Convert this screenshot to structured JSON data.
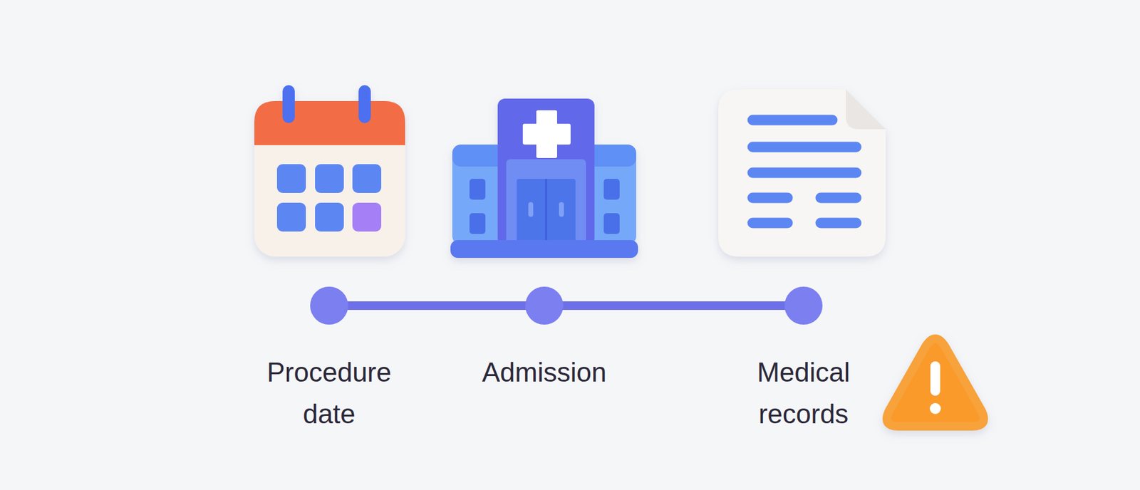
{
  "diagram": {
    "nodes": [
      {
        "text": [
          "Procedure date"
        ]
      },
      {
        "text": [
          "Admission"
        ]
      },
      {
        "text": [
          "Medical records"
        ]
      }
    ],
    "edges": [
      {
        "from": 0,
        "to": 1,
        "arrow": "none"
      },
      {
        "from": 1,
        "to": 2,
        "arrow": "none"
      }
    ]
  }
}
